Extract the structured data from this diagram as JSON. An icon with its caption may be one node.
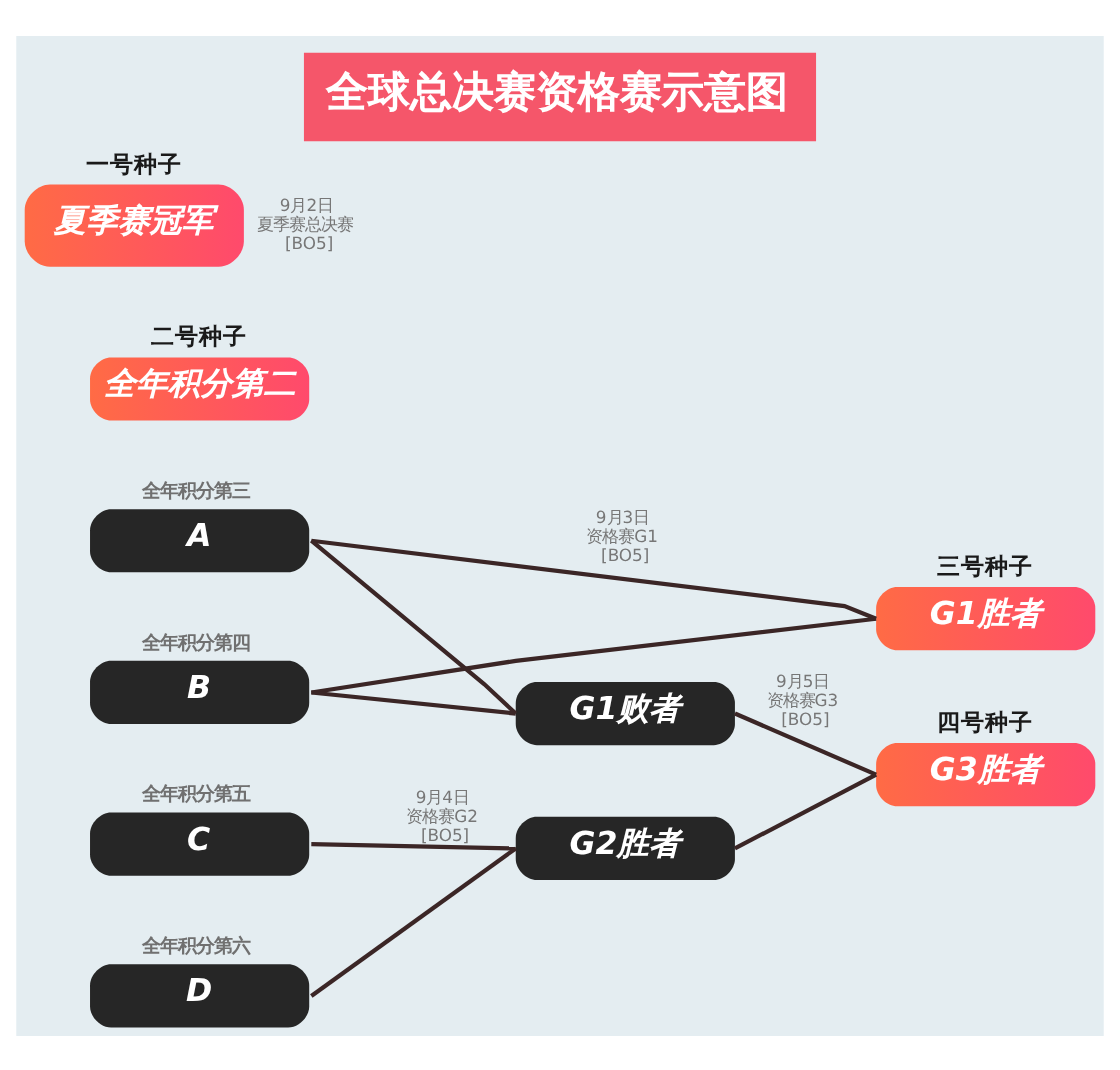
{
  "diagram": {
    "title": "全球总决赛资格赛示意图",
    "nodes": [
      {
        "text": [
          "一号种子",
          "夏季赛冠军"
        ],
        "beside": [
          "9月2日夏季赛总决赛[BO5]"
        ]
      },
      {
        "text": [
          "二号种子",
          "全年积分第二"
        ]
      },
      {
        "text": [
          "全年积分第三",
          "A"
        ]
      },
      {
        "text": [
          "全年积分第四",
          "B"
        ]
      },
      {
        "text": [
          "三号种子",
          "G1胜者"
        ]
      },
      {
        "text": [
          "G1败者"
        ]
      },
      {
        "text": [
          "全年积分第五",
          "C"
        ]
      },
      {
        "text": [
          "全年积分第六",
          "D"
        ]
      },
      {
        "text": [
          "G2胜者"
        ]
      },
      {
        "text": [
          "四号种子",
          "G3胜者"
        ]
      }
    ],
    "edges": [
      {
        "from": 2,
        "to": 4,
        "arrow": "none",
        "label": "9月3日资格赛G1[BO5]"
      },
      {
        "from": 3,
        "to": 4,
        "arrow": "none"
      },
      {
        "from": 2,
        "to": 5,
        "arrow": "none"
      },
      {
        "from": 3,
        "to": 5,
        "arrow": "none"
      },
      {
        "from": 6,
        "to": 8,
        "arrow": "none",
        "label": "9月4日资格赛G2[BO5]"
      },
      {
        "from": 7,
        "to": 8,
        "arrow": "none"
      },
      {
        "from": 5,
        "to": 9,
        "arrow": "none",
        "label": "9月5日资格赛G3[BO5]"
      },
      {
        "from": 8,
        "to": 9,
        "arrow": "none"
      }
    ]
  }
}
